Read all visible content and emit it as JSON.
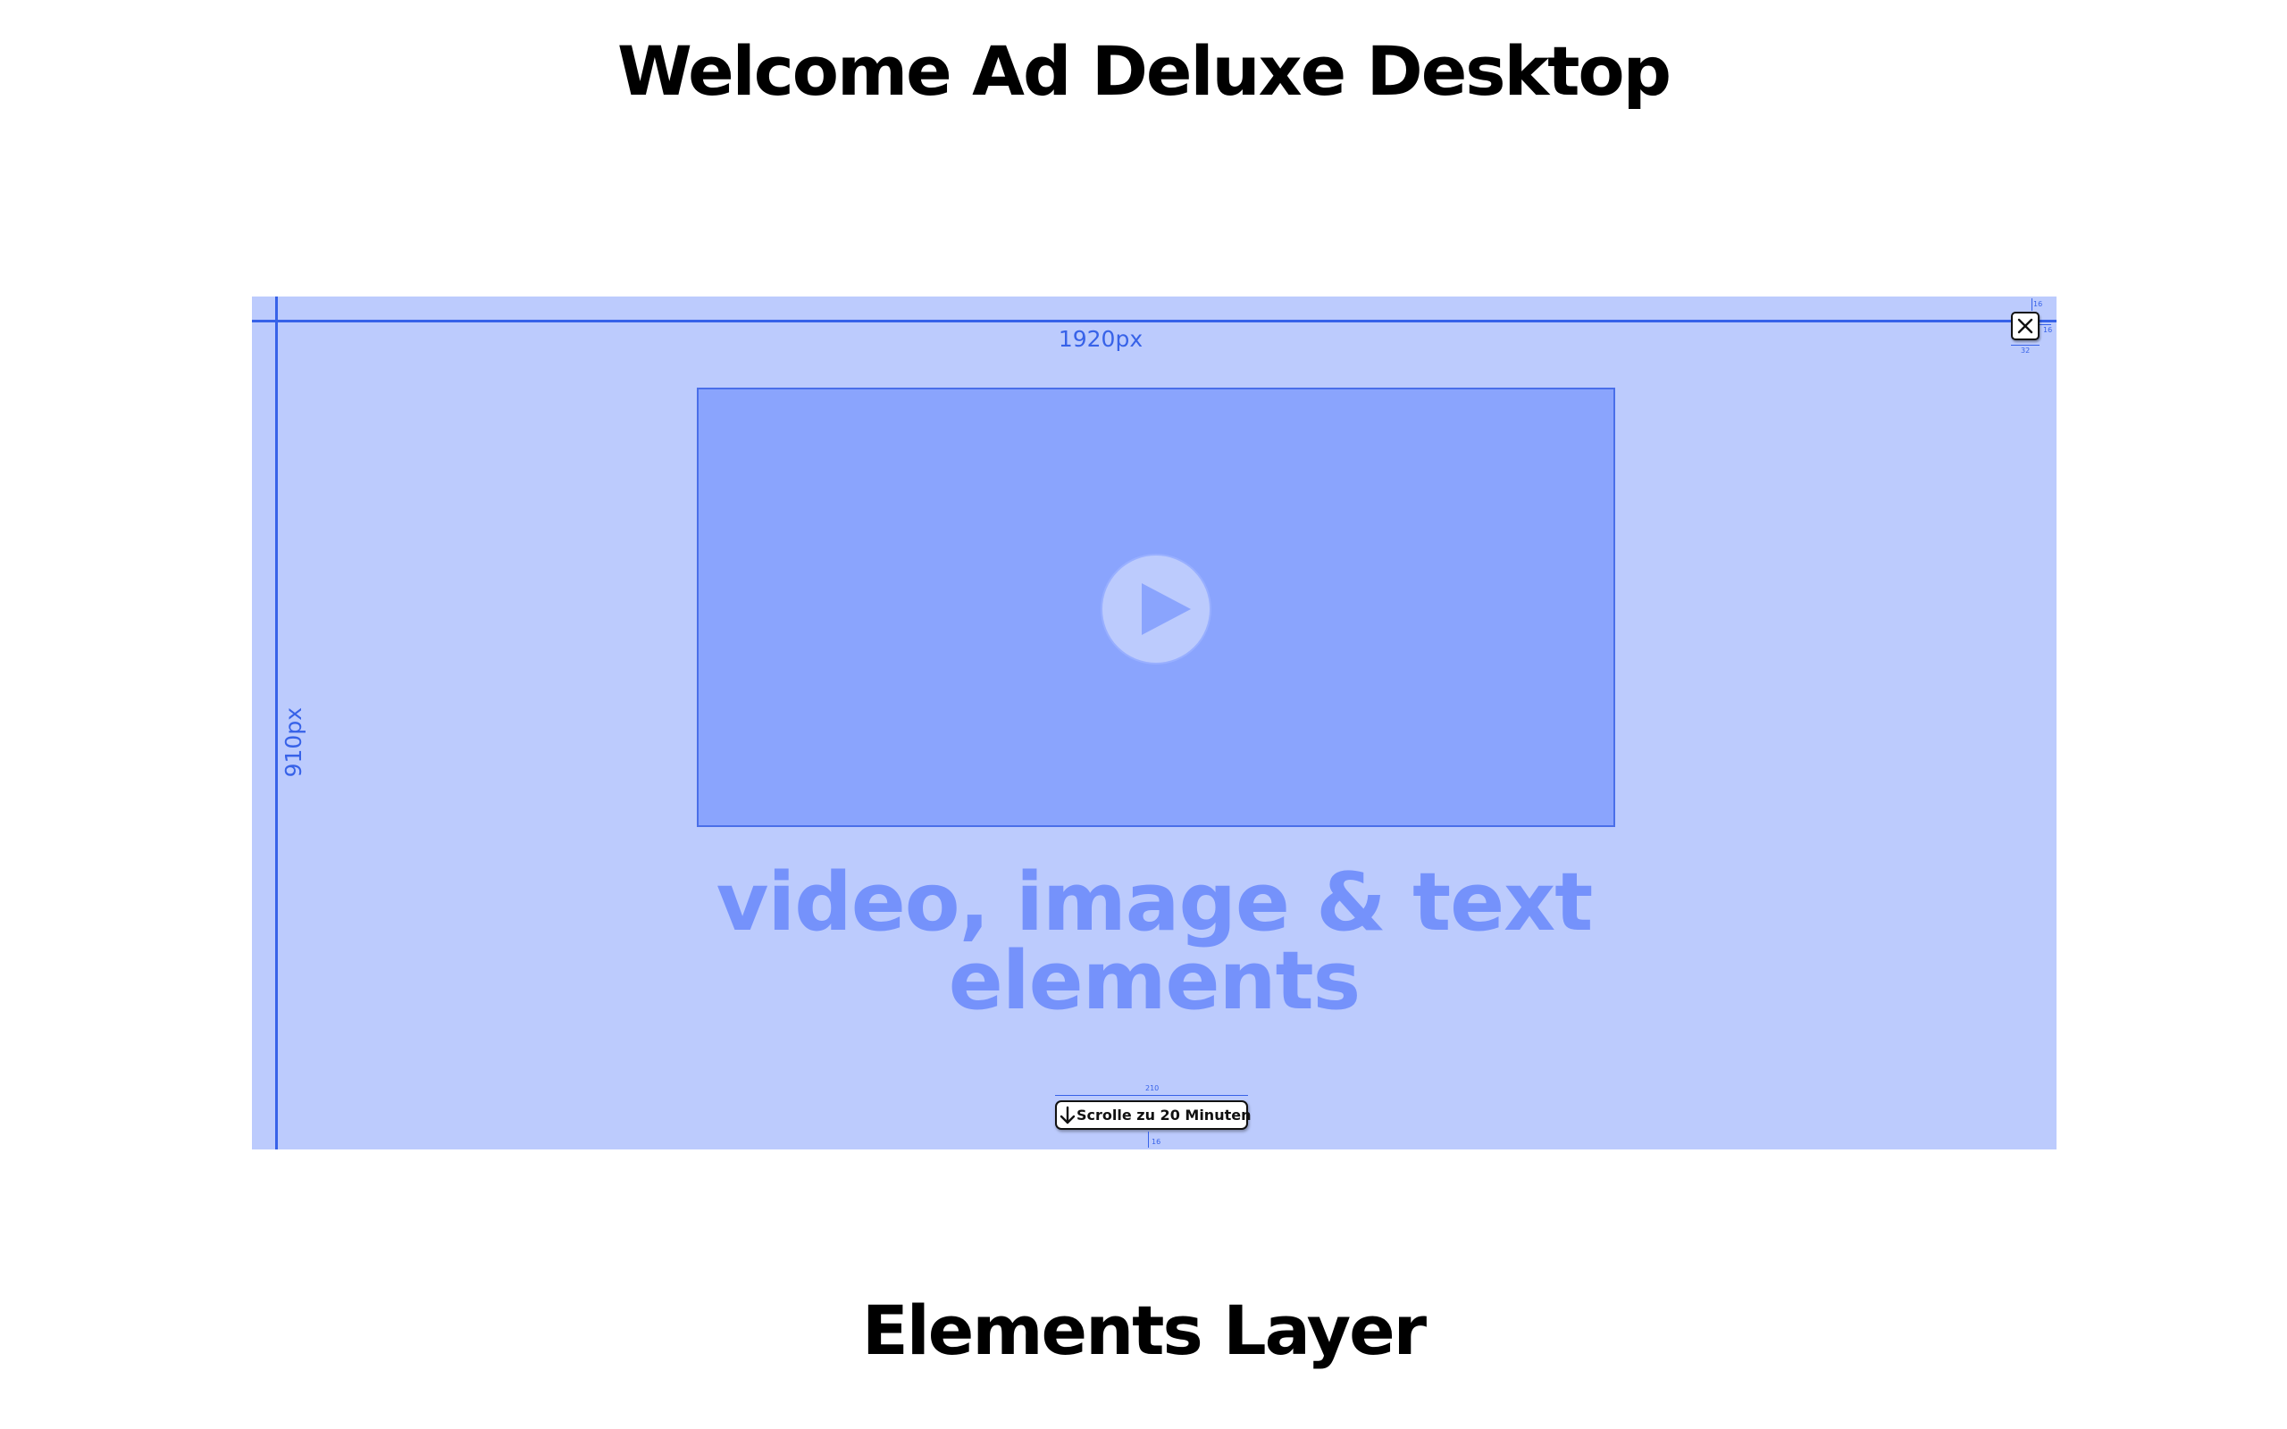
{
  "header": {
    "title": "Welcome Ad Deluxe Desktop"
  },
  "canvas": {
    "width_label": "1920px",
    "height_label": "910px",
    "content_label_line1": "video, image & text",
    "content_label_line2": "elements",
    "close_button": {
      "icon": "close-icon",
      "dim_top": "16",
      "dim_right": "16",
      "dim_size": "32"
    },
    "scroll_button": {
      "icon": "arrow-down-icon",
      "label": "Scrolle zu 20 Minuten",
      "dim_width": "210",
      "dim_bottom": "16"
    },
    "play_button": {
      "icon": "play-icon"
    }
  },
  "footer": {
    "section_title": "Elements Layer"
  },
  "colors": {
    "canvas_bg": "#bccbfd",
    "media_bg": "#8aa4fd",
    "guide": "#3762e8",
    "content_text": "#7592fb"
  }
}
